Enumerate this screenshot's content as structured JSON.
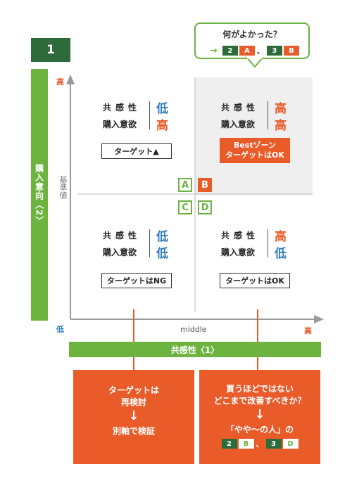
{
  "colors": {
    "green": "#6cb33f",
    "dark_green": "#2e6b3a",
    "orange": "#ea5b2a",
    "blue": "#2e7cc0",
    "gray": "#999999"
  },
  "header": {
    "number": "1"
  },
  "callout": {
    "title": "何がよかった？",
    "arrow": "→",
    "chip1_num": "2",
    "chip1_letter": "A",
    "separator": "、",
    "chip2_num": "3",
    "chip2_letter": "B"
  },
  "y_axis": {
    "band_label": "購入意向〈2〉",
    "high": "高",
    "low": "低",
    "baseline": "基準値"
  },
  "x_axis": {
    "band_label": "共感性〈1〉",
    "middle": "middle",
    "high": "高"
  },
  "quadrants": {
    "top_left": {
      "label1": "共感性",
      "value1": "低",
      "label2": "購入意欲",
      "value2": "高",
      "tag": "ターゲット▲"
    },
    "top_right": {
      "label1": "共感性",
      "value1": "高",
      "label2": "購入意欲",
      "value2": "高",
      "tag_line1": "Bestゾーン",
      "tag_line2": "ターゲットはOK"
    },
    "bottom_left": {
      "label1": "共感性",
      "value1": "低",
      "label2": "購入意欲",
      "value2": "低",
      "tag": "ターゲットはNG"
    },
    "bottom_right": {
      "label1": "共感性",
      "value1": "高",
      "label2": "購入意欲",
      "value2": "低",
      "tag": "ターゲットはOK"
    }
  },
  "letters": {
    "a": "A",
    "b": "B",
    "c": "C",
    "d": "D"
  },
  "bottom_left_box": {
    "line1": "ターゲットは",
    "line2": "再検討",
    "arrow": "↓",
    "line3": "別軸で検証"
  },
  "bottom_right_box": {
    "line1": "買うほどではない",
    "line2": "どこまで改善すべきか？",
    "arrow": "↓",
    "line3": "「やや〜の人」の",
    "chip1_num": "2",
    "chip1_letter": "B",
    "separator": "、",
    "chip2_num": "3",
    "chip2_letter": "D"
  }
}
